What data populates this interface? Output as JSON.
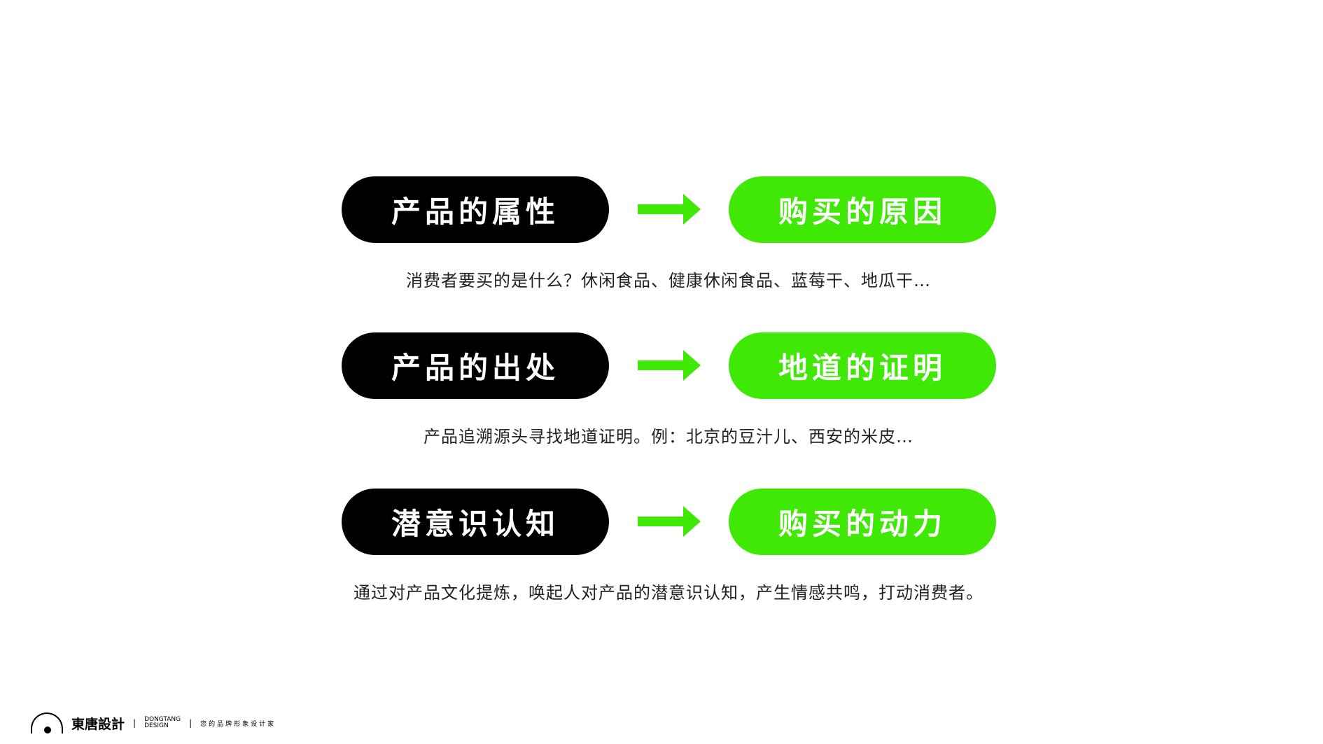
{
  "rows": [
    {
      "left": "产品的属性",
      "right": "购买的原因",
      "description": "消费者要买的是什么？休闲食品、健康休闲食品、蓝莓干、地瓜干…"
    },
    {
      "left": "产品的出处",
      "right": "地道的证明",
      "description": "产品追溯源头寻找地道证明。例：北京的豆汁儿、西安的米皮…"
    },
    {
      "left": "潜意识认知",
      "right": "购买的动力",
      "description": "通过对产品文化提炼，唤起人对产品的潜意识认知，产生情感共鸣，打动消费者。"
    }
  ],
  "footer": {
    "brand": "東唐設計",
    "sep": "|",
    "en_line1": "DONGTANG",
    "en_line2": "DESIGN",
    "slogan": "您的品牌形象设计家"
  },
  "colors": {
    "accent": "#40e806",
    "dark": "#000000"
  }
}
